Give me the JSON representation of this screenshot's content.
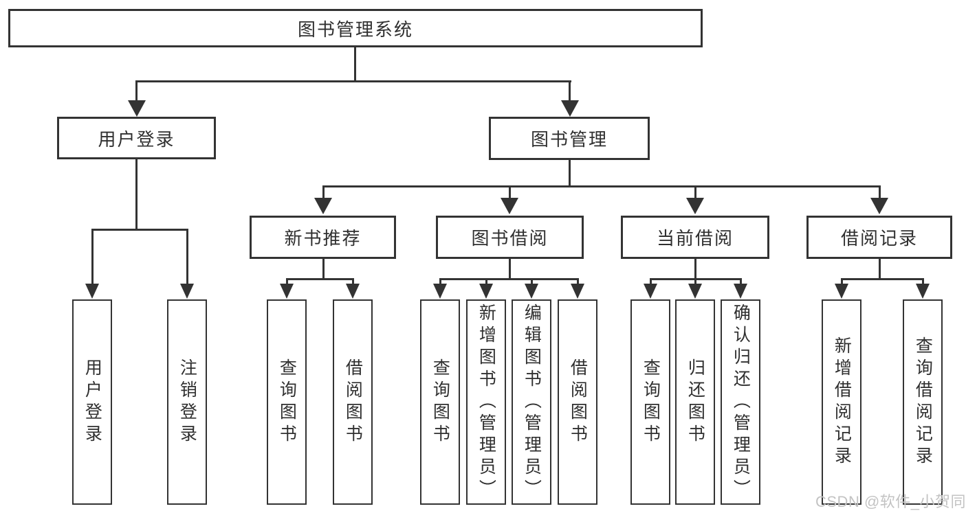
{
  "diagram": {
    "root": {
      "label": "图书管理系统"
    },
    "level2": [
      {
        "label": "用户登录"
      },
      {
        "label": "图书管理"
      }
    ],
    "level3": [
      {
        "label": "新书推荐"
      },
      {
        "label": "图书借阅"
      },
      {
        "label": "当前借阅"
      },
      {
        "label": "借阅记录"
      }
    ],
    "leaves": {
      "login": [
        "用户登录",
        "注销登录"
      ],
      "recommend": [
        "查询图书",
        "借阅图书"
      ],
      "borrow": [
        "查询图书",
        "新增图书（管理员）",
        "编辑图书（管理员）",
        "借阅图书"
      ],
      "current": [
        "查询图书",
        "归还图书",
        "确认归还（管理员）"
      ],
      "records": [
        "新增借阅记录",
        "查询借阅记录"
      ]
    }
  },
  "watermark": {
    "text": "CSDN @软件_小贺同学"
  },
  "colors": {
    "line": "#333333",
    "box_border": "#333333",
    "text": "#2f2f2f",
    "background": "#ffffff",
    "watermark": "#c3c3c3"
  }
}
